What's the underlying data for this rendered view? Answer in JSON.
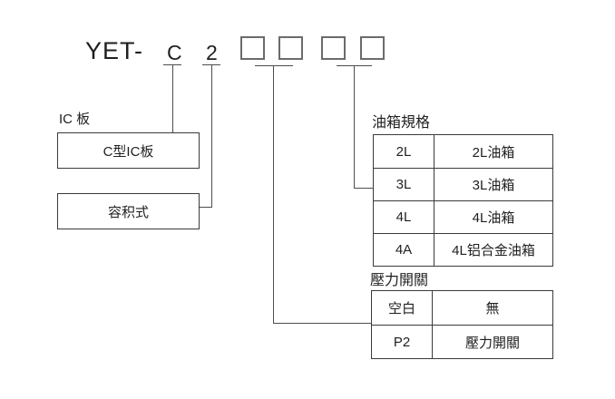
{
  "model_code": {
    "prefix": "YET-",
    "segment_ic": "C",
    "segment_volumetric": "2",
    "blank_box_count": 4
  },
  "left_legend": {
    "ic_board_label": "IC 板",
    "ic_board_value": "C型IC板",
    "volumetric_value": "容积式"
  },
  "tank_table": {
    "title": "油箱規格",
    "rows": [
      {
        "code": "2L",
        "desc": "2L油箱"
      },
      {
        "code": "3L",
        "desc": "3L油箱"
      },
      {
        "code": "4L",
        "desc": "4L油箱"
      },
      {
        "code": "4A",
        "desc": "4L铝合金油箱"
      }
    ]
  },
  "pressure_table": {
    "title": "壓力開關",
    "rows": [
      {
        "code": "空白",
        "desc": "無"
      },
      {
        "code": "P2",
        "desc": "壓力開關"
      }
    ]
  },
  "colors": {
    "background": "#ffffff",
    "line": "#4d4d4d",
    "border": "#3a3a3a",
    "text": "#1f1f1f"
  }
}
